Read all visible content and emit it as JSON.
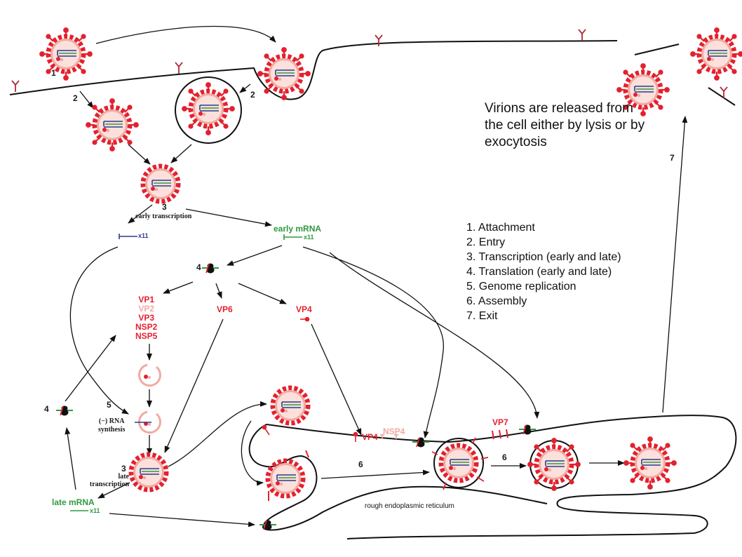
{
  "note": "Virions are released from the cell either by lysis or by exocytosis",
  "steps": [
    "1. Attachment",
    "2. Entry",
    "3. Transcription (early and late)",
    "4. Translation (early and late)",
    "5. Genome replication",
    "6. Assembly",
    "7. Exit"
  ],
  "labels": {
    "n1": "1",
    "n2a": "2",
    "n2b": "2",
    "n3a": "3",
    "early_transcription": "early transcription",
    "early_mrna": "early mRNA",
    "x11_a": "x11",
    "x11_b": "x11",
    "x11_c": "x11",
    "n4a": "4",
    "n4b": "4",
    "n5": "5",
    "rna_synthesis_1": "(−) RNA",
    "rna_synthesis_2": "synthesis",
    "n3b": "3",
    "late_1": "late",
    "late_2": "transcription",
    "late_mrna": "late mRNA",
    "vp1": "VP1",
    "vp2": "VP2",
    "vp3": "VP3",
    "nsp2": "NSP2",
    "nsp5": "NSP5",
    "vp6": "VP6",
    "vp4_top": "VP4",
    "vp4_er": "VP4",
    "nsp4": "NSP4",
    "vp7": "VP7",
    "n6a": "6",
    "n6b": "6",
    "n7": "7",
    "rough_er": "rough endoplasmic reticulum"
  },
  "colors": {
    "capsid_red": "#e3212f",
    "capsid_pink": "#f2a9a0",
    "rna_blue": "#2a3c8e",
    "mrna_green": "#2e9a3e",
    "membrane": "#111111"
  },
  "icons": {
    "virion": "triple-layered-particle-icon",
    "receptor": "y-receptor-icon",
    "ribosome": "ribosome-icon",
    "vesicle": "endosome-vesicle-icon"
  }
}
